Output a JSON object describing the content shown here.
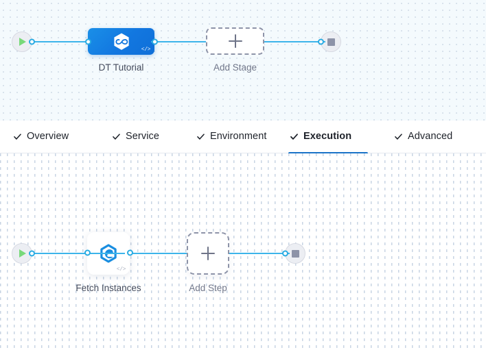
{
  "stage_canvas": {
    "name": "pipeline-stage-canvas",
    "start_node": {
      "icon": "play-icon",
      "label": "Start"
    },
    "end_node": {
      "icon": "stop-icon",
      "label": "End"
    },
    "stage": {
      "label": "DT Tutorial",
      "icon": "hexagon-infinity-icon",
      "badge": "</>",
      "color": "#1277e0"
    },
    "add_stage": {
      "label": "Add Stage",
      "icon": "plus-icon"
    }
  },
  "tabs": {
    "name": "pipeline-config-tabs",
    "accent_color": "#1a73c7",
    "items": [
      {
        "label": "Overview",
        "icon": "check-icon",
        "active": false
      },
      {
        "label": "Service",
        "icon": "check-icon",
        "active": false
      },
      {
        "label": "Environment",
        "icon": "check-icon",
        "active": false
      },
      {
        "label": "Execution",
        "icon": "check-icon",
        "active": true
      },
      {
        "label": "Advanced",
        "icon": "check-icon",
        "active": false
      }
    ]
  },
  "step_canvas": {
    "name": "execution-step-canvas",
    "start_node": {
      "icon": "play-icon",
      "label": "Start"
    },
    "end_node": {
      "icon": "stop-icon",
      "label": "End"
    },
    "step": {
      "label": "Fetch Instances",
      "icon": "hexagon-e-icon",
      "badge": "</>",
      "color": "#1a8ee0"
    },
    "add_step": {
      "label": "Add Step",
      "icon": "plus-icon"
    }
  }
}
